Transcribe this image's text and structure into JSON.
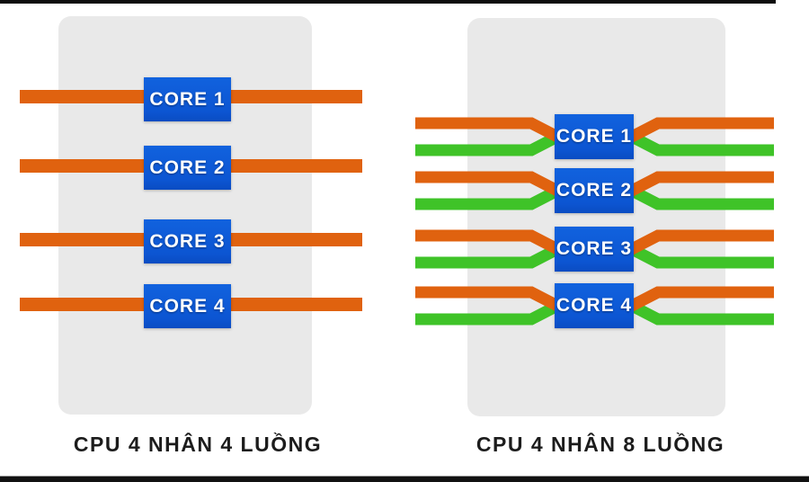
{
  "left_panel": {
    "caption": "CPU 4 NHÂN 4 LUỒNG",
    "cores": [
      "CORE 1",
      "CORE 2",
      "CORE 3",
      "CORE 4"
    ],
    "threads_per_core": "1"
  },
  "right_panel": {
    "caption": "CPU 4 NHÂN 8 LUỒNG",
    "cores": [
      "CORE 1",
      "CORE 2",
      "CORE 3",
      "CORE 4"
    ],
    "threads_per_core": "2"
  },
  "colors": {
    "thread_primary_orange": "#e0620f",
    "thread_secondary_green": "#3fc328",
    "core_box_blue": "#0d58d6",
    "chip_body_gray": "#e9e9e9",
    "caption_text": "#1c1c1c",
    "background": "#ffffff",
    "letterbox_black": "#0d0d0d"
  }
}
